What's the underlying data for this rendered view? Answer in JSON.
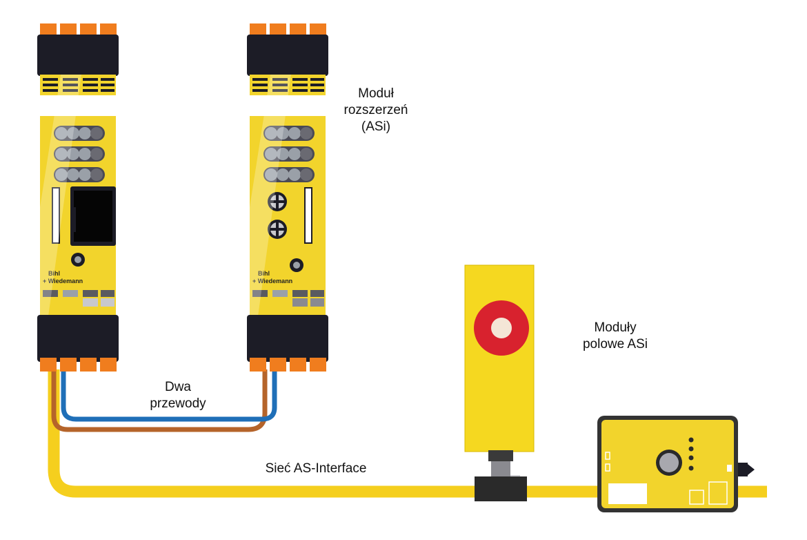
{
  "labels": {
    "extension_module": [
      "Moduł",
      "rozszerzeń",
      "(ASi)"
    ],
    "two_wires": [
      "Dwa",
      "przewody"
    ],
    "field_modules": [
      "Moduły",
      "polowe ASi"
    ],
    "network": "Sieć AS-Interface"
  },
  "brand": {
    "line1": "Bihl",
    "line2": "+ Wiedemann"
  },
  "colors": {
    "module_yellow": "#f2d42c",
    "housing_black": "#1c1c26",
    "terminal_orange": "#f07d1e",
    "cable_yellow": "#f5cf1e",
    "wire_blue": "#1f6fb8",
    "wire_brown": "#b5642a",
    "estop_red": "#d8222e"
  }
}
